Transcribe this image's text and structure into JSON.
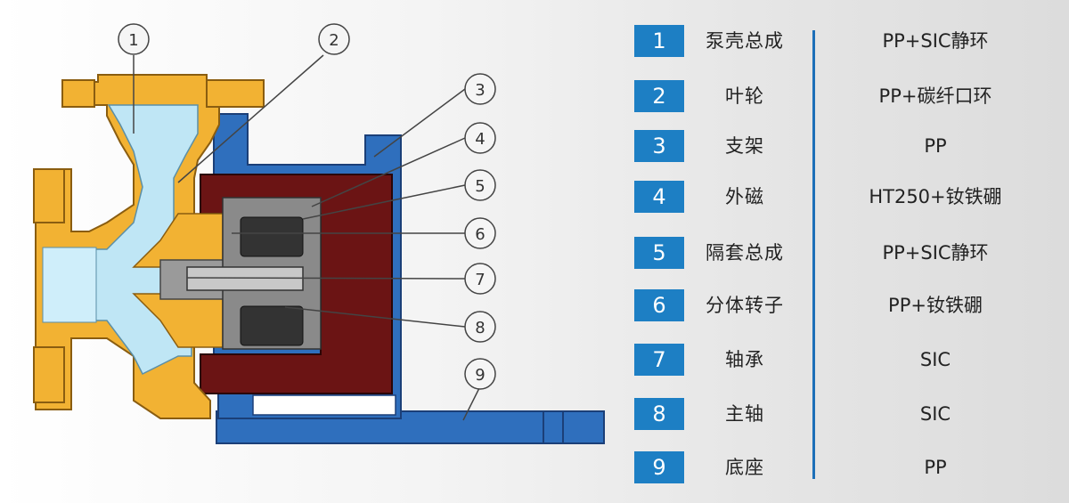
{
  "callouts": [
    "1",
    "2",
    "3",
    "4",
    "5",
    "6",
    "7",
    "8",
    "9"
  ],
  "parts": [
    {
      "num": "1",
      "name": "泵壳总成",
      "material": "PP+SIC静环"
    },
    {
      "num": "2",
      "name": "叶轮",
      "material": "PP+碳纤口环"
    },
    {
      "num": "3",
      "name": "支架",
      "material": "PP"
    },
    {
      "num": "4",
      "name": "外磁",
      "material": "HT250+钕铁硼"
    },
    {
      "num": "5",
      "name": "隔套总成",
      "material": "PP+SIC静环"
    },
    {
      "num": "6",
      "name": "分体转子",
      "material": "PP+钕铁硼"
    },
    {
      "num": "7",
      "name": "轴承",
      "material": "SIC"
    },
    {
      "num": "8",
      "name": "主轴",
      "material": "SIC"
    },
    {
      "num": "9",
      "name": "底座",
      "material": "PP"
    }
  ],
  "colors": {
    "accent": "#1d7fc4",
    "casing": "#f2b233",
    "bracket": "#2f6fbd",
    "magnet": "#6b1414",
    "liquid": "#bfe6f5",
    "rotor": "#8a8a8a"
  }
}
